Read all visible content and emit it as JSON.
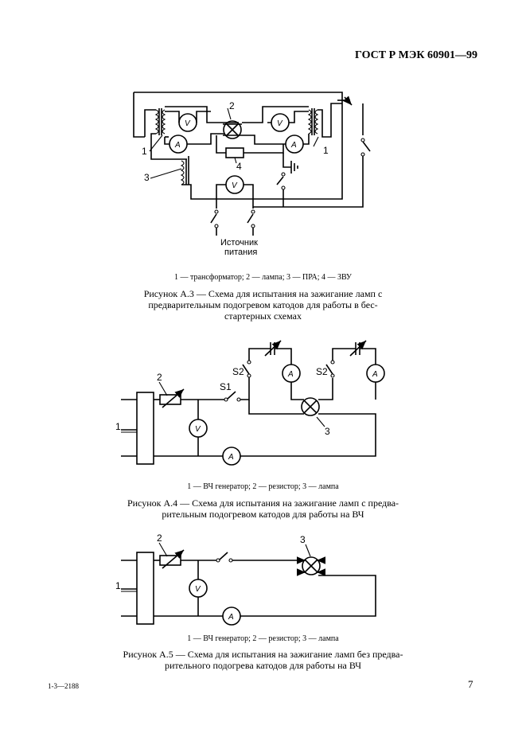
{
  "header": {
    "standard": "ГОСТ Р МЭК 60901—99"
  },
  "figA3": {
    "labels": {
      "n1a": "1",
      "n1b": "1",
      "n2": "2",
      "n3": "3",
      "n4": "4"
    },
    "source_line1": "Источник",
    "source_line2": "питания",
    "meter_v": "V",
    "meter_a": "A",
    "legend": "1 — трансформатор; 2 — лампа; 3 — ПРА; 4 — ЗВУ",
    "caption_line1": "Рисунок А.3 — Схема для испытания на зажигание ламп с",
    "caption_line2": "предварительным подогревом катодов для работы в бес-",
    "caption_line3": "стартерных схемах"
  },
  "figA4": {
    "labels": {
      "n1": "1",
      "n2": "2",
      "n3": "3",
      "s1": "S1",
      "s2a": "S2",
      "s2b": "S2"
    },
    "legend": "1 — ВЧ генератор; 2 — резистор; 3 — лампа",
    "caption_line1": "Рисунок А.4 — Схема для испытания на зажигание ламп с предва-",
    "caption_line2": "рительным подогревом катодов для работы на ВЧ"
  },
  "figA5": {
    "labels": {
      "n1": "1",
      "n2": "2",
      "n3": "3"
    },
    "legend": "1 — ВЧ генератор; 2 — резистор; 3 — лампа",
    "caption_line1": "Рисунок А.5 — Схема для испытания на зажигание ламп без предва-",
    "caption_line2": "рительного подогрева катодов для работы на ВЧ"
  },
  "footer": {
    "code": "1-3—2188",
    "page": "7"
  }
}
